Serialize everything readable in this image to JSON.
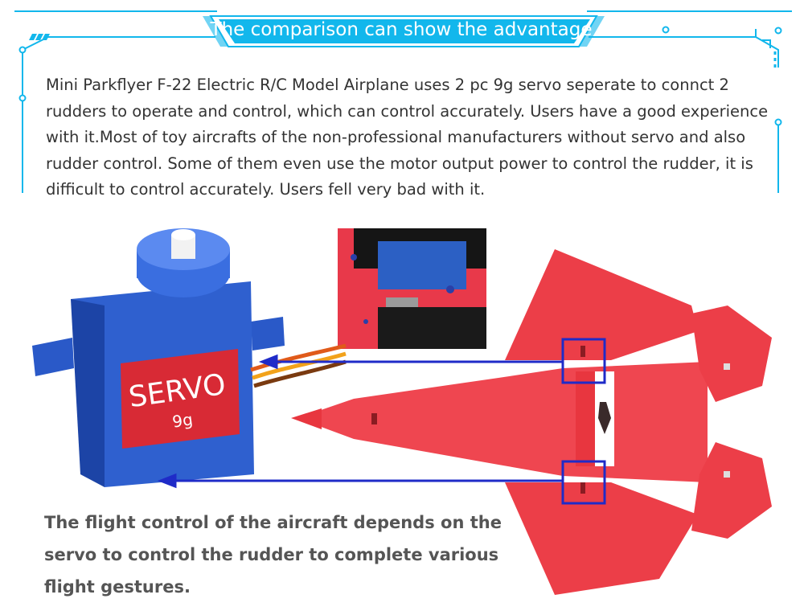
{
  "header": {
    "title": "The comparison can show the advantage"
  },
  "intro_text": "Mini Parkflyer F-22 Electric R/C Model Airplane uses 2 pc 9g servo seperate to connct 2 rudders to operate and control, which can control accurately. Users have a good experience with it.Most of toy aircrafts of the non-professional manufacturers without servo and also rudder control. Some of them even use the motor output power to control the rudder, it is difficult to control accurately. Users fell very bad with it.",
  "servo_label": {
    "name": "SERVO",
    "weight": "9g"
  },
  "caption": "The flight control of the aircraft depends on the servo to control the rudder  to complete various flight gestures.",
  "colors": {
    "accent_cyan": "#12b7ec",
    "airplane_red": "#ec3e48",
    "servo_blue": "#2a59c8",
    "highlight_blue": "#1f2bc8",
    "servo_label_red": "#d82a35"
  },
  "icons": {
    "servo": "servo-motor-icon",
    "airplane": "f22-airplane-icon",
    "closeup": "servo-closeup-photo"
  }
}
